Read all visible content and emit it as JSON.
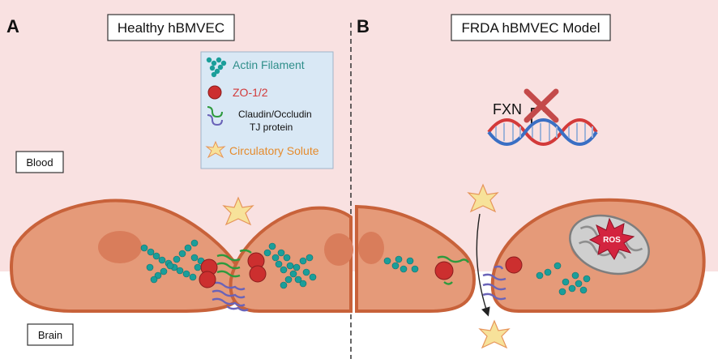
{
  "panel_a": {
    "letter": "A",
    "title": "Healthy hBMVEC"
  },
  "panel_b": {
    "letter": "B",
    "title": "FRDA hBMVEC Model",
    "gene_label": "FXN",
    "ros_label": "ROS"
  },
  "regions": {
    "blood": "Blood",
    "brain": "Brain"
  },
  "legend": {
    "actin": "Actin Filament",
    "zo": "ZO-1/2",
    "claudin_line1": "Claudin/Occludin",
    "claudin_line2": "TJ protein",
    "solute": "Circulatory Solute"
  },
  "colors": {
    "blood_bg": "#f9e1e1",
    "brain_bg": "#ffffff",
    "cell_fill": "#e59a79",
    "cell_stroke": "#c8623a",
    "nucleus": "#d97d5b",
    "actin": "#1b9e9a",
    "zo": "#cc2f2f",
    "claudin_green": "#2e9a3e",
    "claudin_purple": "#6a63b8",
    "solute": "#f7e29a",
    "solute_stroke": "#e6955a",
    "legend_bg": "#d9e8f5",
    "actin_text": "#2f8e8a",
    "zo_text": "#d23a3a",
    "solute_text": "#e58b2c",
    "dna_red": "#d33a3a",
    "dna_blue": "#3a6fc4",
    "ros": "#d3243f",
    "mito": "#cfcfcf"
  }
}
